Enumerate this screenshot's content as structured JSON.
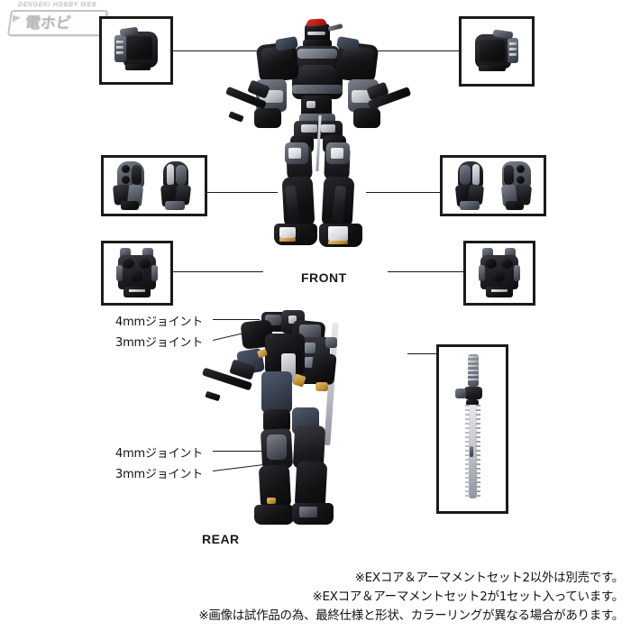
{
  "watermark": {
    "top_text": "DENGEKI HOBBY WEB",
    "brand_jp": "電ホビ",
    "icon": "lightning-bolt-icon"
  },
  "figures": {
    "front": {
      "label": "FRONT",
      "description": "black-mecha-front-view"
    },
    "rear": {
      "label": "REAR",
      "description": "black-mecha-rear-view"
    }
  },
  "callouts": [
    {
      "id": "box-shoulder-left",
      "side": "left",
      "name": "shoulder-armor-part"
    },
    {
      "id": "box-shoulder-right",
      "side": "right",
      "name": "shoulder-armor-part"
    },
    {
      "id": "box-leg-pair-left",
      "side": "left",
      "name": "leg-armor-pair-part"
    },
    {
      "id": "box-leg-pair-right",
      "side": "right",
      "name": "leg-armor-pair-part"
    },
    {
      "id": "box-backpack-left",
      "side": "left",
      "name": "backpack-unit-part"
    },
    {
      "id": "box-backpack-right",
      "side": "right",
      "name": "backpack-unit-part"
    },
    {
      "id": "box-saw-weapon",
      "side": "right",
      "name": "chainsaw-blade-weapon"
    }
  ],
  "joint_labels": {
    "upper": [
      {
        "text": "4mmジョイント"
      },
      {
        "text": "3mmジョイント"
      }
    ],
    "lower": [
      {
        "text": "4mmジョイント"
      },
      {
        "text": "3mmジョイント"
      }
    ]
  },
  "footnotes": [
    "※EXコア＆アーマメントセット2以外は別売です。",
    "※EXコア＆アーマメントセット2が1セット入っています。",
    "※画像は試作品の為、最終仕様と形状、カラーリングが異なる場合があります。"
  ],
  "colors": {
    "background": "#ffffff",
    "box_border": "#1a1a1a",
    "text": "#111111",
    "watermark": "#c9c9c9",
    "accent_red": "#c0201c",
    "body_black": "#141416",
    "body_gray": "#5b616c",
    "body_silver": "#d6d8dc"
  }
}
